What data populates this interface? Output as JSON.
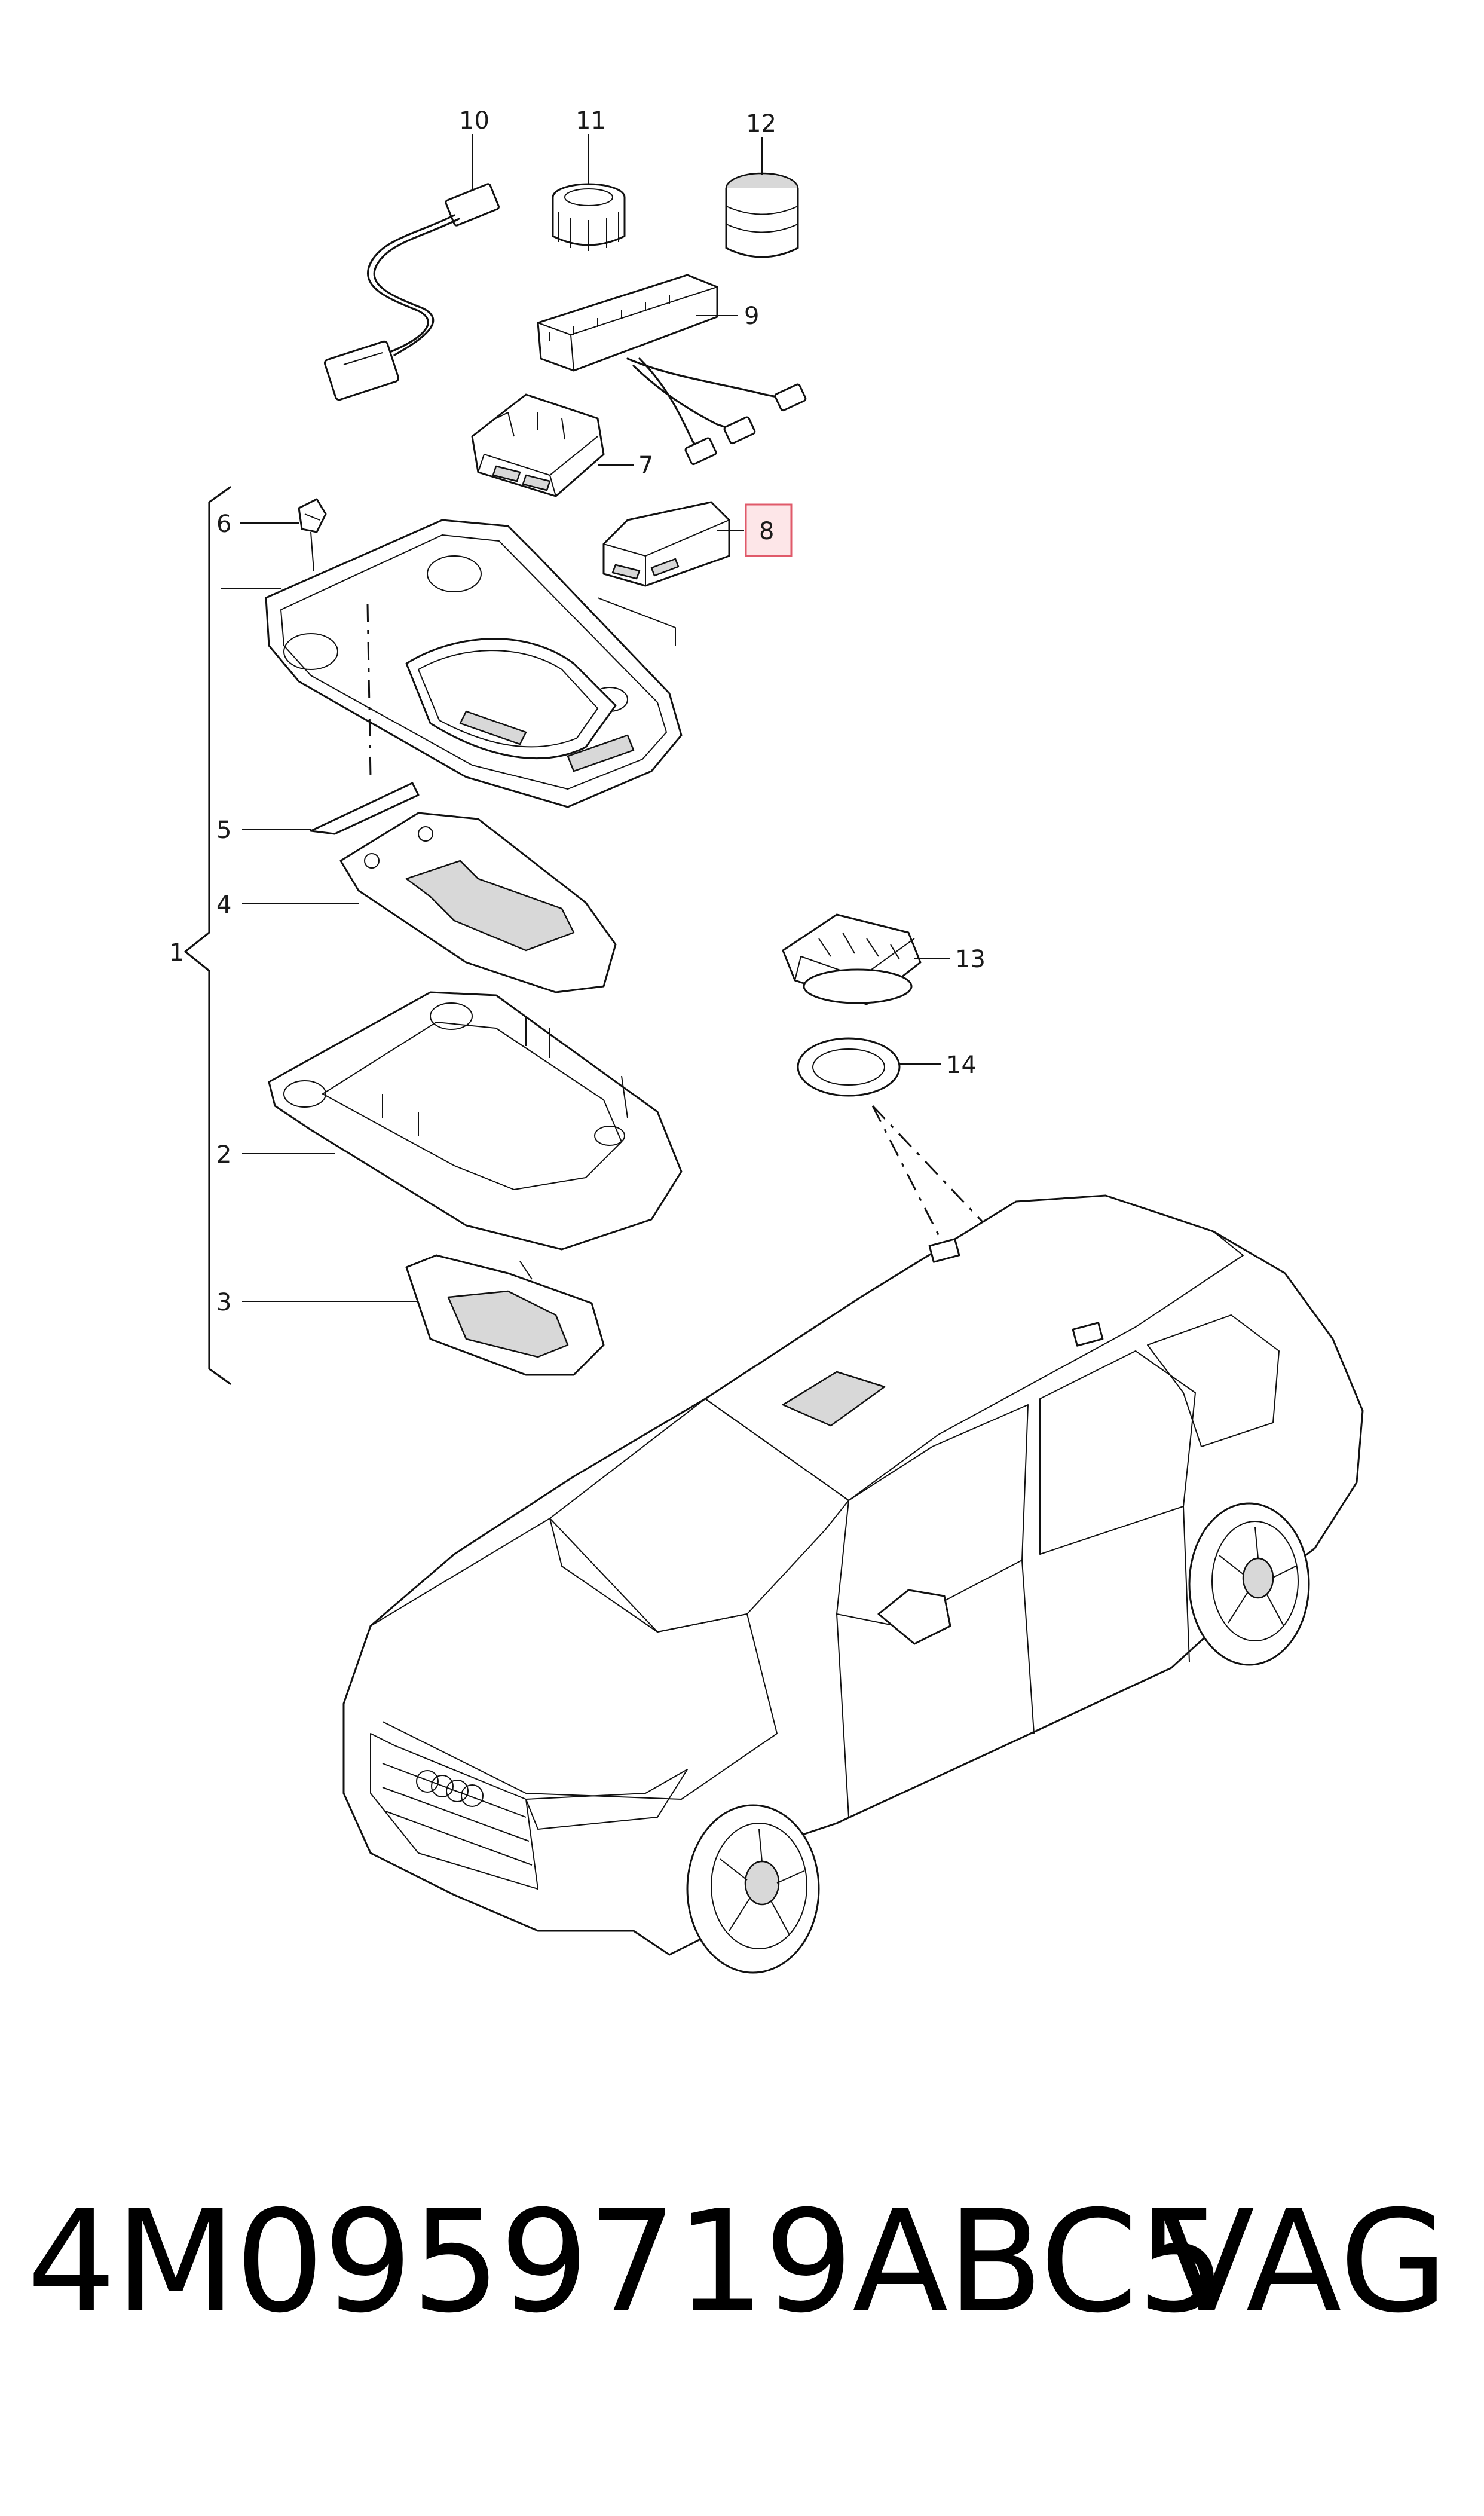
{
  "callouts": {
    "c1": "1",
    "c2": "2",
    "c3": "3",
    "c4": "4",
    "c5": "5",
    "c6": "6",
    "c7": "7",
    "c8": "8",
    "c9": "9",
    "c10": "10",
    "c11": "11",
    "c12": "12",
    "c13": "13",
    "c14": "14"
  },
  "highlighted_callout": "8",
  "footer": {
    "part_number": "4M0959719ABC5",
    "brand": "VAG"
  }
}
